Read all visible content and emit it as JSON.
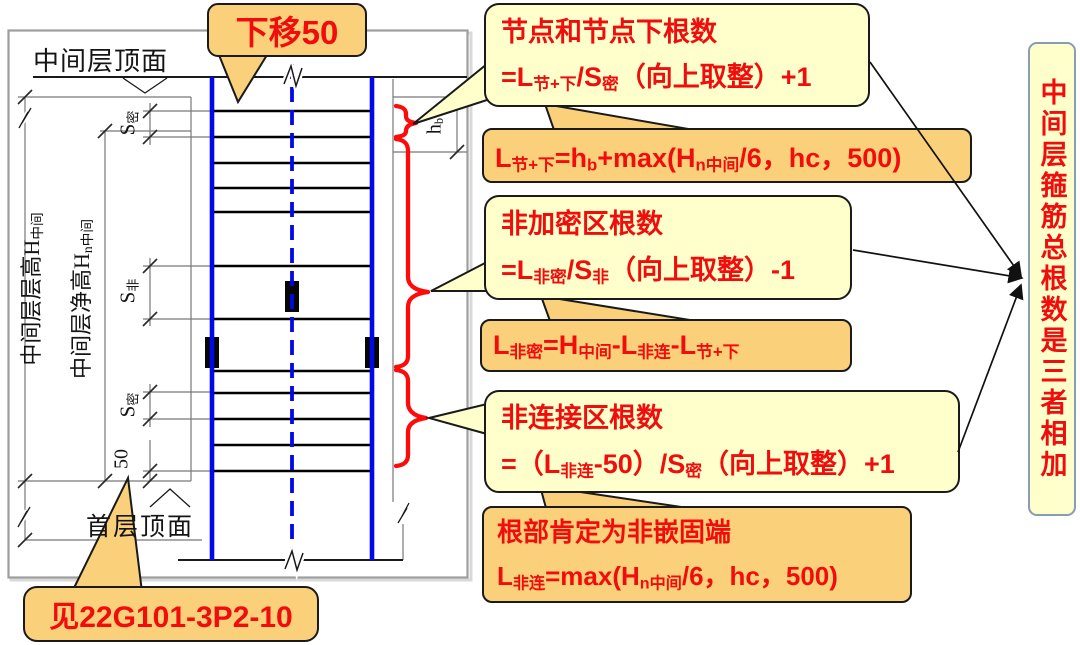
{
  "colors": {
    "text_red": "#F20D0D",
    "callout_cream": "#FFFFCC",
    "callout_orange": "#FBD07A",
    "rebar_blue": "#0009E6",
    "brace_red": "#FF0A0A",
    "line_dark": "#1a1a1a",
    "dim_gray": "#787878",
    "total_box_border": "#8A9BB4"
  },
  "drawing": {
    "label_middle_floor_top": "中间层顶面",
    "label_first_floor_top": "首层顶面",
    "label_storey_height": [
      {
        "t": "中间层层高H"
      },
      {
        "t": "中间",
        "sub": true
      }
    ],
    "label_clear_height": [
      {
        "t": "中间层净高H"
      },
      {
        "t": "n中间",
        "sub": true
      }
    ],
    "label_s_dense_top": [
      {
        "t": "S"
      },
      {
        "t": "密",
        "sub": true
      }
    ],
    "label_s_non_dense": [
      {
        "t": "S"
      },
      {
        "t": "非",
        "sub": true
      }
    ],
    "label_s_dense_bottom": [
      {
        "t": "S"
      },
      {
        "t": "密",
        "sub": true
      }
    ],
    "label_offset_50": "50",
    "label_beam_depth": [
      {
        "t": "h"
      },
      {
        "t": "b",
        "sub": true
      }
    ]
  },
  "callouts": {
    "move_down_50": {
      "text": "下移50"
    },
    "joint_count": {
      "title": "节点和节点下根数",
      "formula": [
        {
          "t": "=L"
        },
        {
          "t": "节+下",
          "sub": true
        },
        {
          "t": "/S"
        },
        {
          "t": "密",
          "sub": true
        },
        {
          "t": "（向上取整）+1"
        }
      ]
    },
    "joint_length": {
      "formula": [
        {
          "t": "L"
        },
        {
          "t": "节+下",
          "sub": true
        },
        {
          "t": "=h"
        },
        {
          "t": "b",
          "sub": true
        },
        {
          "t": "+max(H"
        },
        {
          "t": "n中间",
          "sub": true
        },
        {
          "t": "/6，hc，500)"
        }
      ]
    },
    "non_dense_count": {
      "title": "非加密区根数",
      "formula": [
        {
          "t": "=L"
        },
        {
          "t": "非密",
          "sub": true
        },
        {
          "t": "/S"
        },
        {
          "t": "非",
          "sub": true
        },
        {
          "t": "（向上取整）-1"
        }
      ]
    },
    "non_dense_length": {
      "formula": [
        {
          "t": "L"
        },
        {
          "t": "非密",
          "sub": true
        },
        {
          "t": "=H"
        },
        {
          "t": "中间",
          "sub": true
        },
        {
          "t": "-L"
        },
        {
          "t": "非连",
          "sub": true
        },
        {
          "t": "-L"
        },
        {
          "t": "节+下",
          "sub": true
        }
      ]
    },
    "non_connect_count": {
      "title": "非连接区根数",
      "formula": [
        {
          "t": "=（L"
        },
        {
          "t": "非连",
          "sub": true
        },
        {
          "t": "-50）/S"
        },
        {
          "t": "密",
          "sub": true
        },
        {
          "t": "（向上取整）+1"
        }
      ]
    },
    "non_connect_length": {
      "title": "根部肯定为非嵌固端",
      "formula": [
        {
          "t": "L"
        },
        {
          "t": "非连",
          "sub": true
        },
        {
          "t": "=max(H"
        },
        {
          "t": "n中间",
          "sub": true
        },
        {
          "t": "/6，hc，500)"
        }
      ]
    },
    "reference": {
      "text": "见22G101-3P2-10"
    },
    "total": {
      "text": "中间层箍筋总根数是三者相加"
    }
  }
}
